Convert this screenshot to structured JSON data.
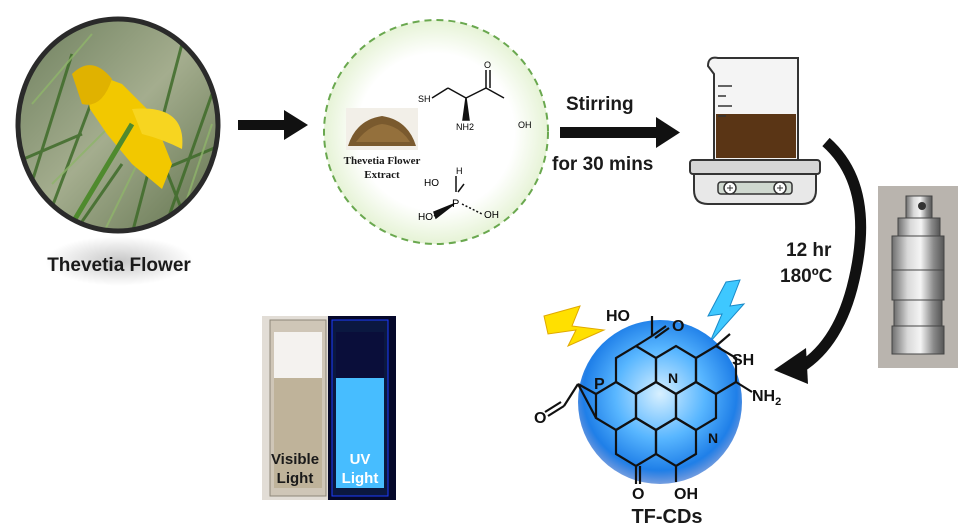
{
  "flower": {
    "label": "Thevetia Flower"
  },
  "extract": {
    "label_line1": "Thevetia Flower",
    "label_line2": "Extract",
    "cysteine": {
      "sh": "SH",
      "oh": "OH",
      "o": "O",
      "nh2": "NH2"
    },
    "phosphorous_acid": {
      "ho_left": "HO",
      "oh_top": "HO",
      "p": "P",
      "oh_right": "OH",
      "h": "H"
    }
  },
  "step1": {
    "line1": "Stirring",
    "line2": "for 30 mins"
  },
  "step2": {
    "line1": "12 hr",
    "line2": "180ºC"
  },
  "cuvettes": {
    "visible_line1": "Visible",
    "visible_line2": "Light",
    "uv_line1": "UV",
    "uv_line2": "Light"
  },
  "product": {
    "name": "TF-CDs",
    "groups": {
      "ho": "HO",
      "o_top": "O",
      "sh": "SH",
      "nh2": "NH",
      "nh2_sub": "2",
      "p": "P",
      "o_left": "O",
      "n1": "N",
      "n2": "N",
      "o_bottom": "O",
      "oh_bottom": "OH"
    }
  },
  "colors": {
    "flower_yellow": "#f2c800",
    "extract_brown": "#7a5a2e",
    "dot_blue": "#3aa8ff",
    "uv_blue": "#2ab0ff",
    "bolt_yellow": "#ffe000",
    "bolt_cyan": "#3ec8ff"
  }
}
